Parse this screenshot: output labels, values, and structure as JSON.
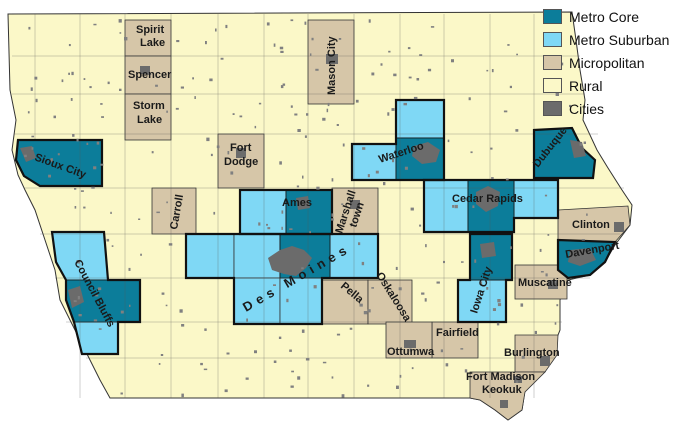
{
  "legend": {
    "items": [
      {
        "label": "Metro Core",
        "color": "#0c7d9a"
      },
      {
        "label": "Metro Suburban",
        "color": "#7fd8f5"
      },
      {
        "label": "Micropolitan",
        "color": "#d6c6a8"
      },
      {
        "label": "Rural",
        "color": "#fbf8c8"
      },
      {
        "label": "Cities",
        "color": "#6b6b6b"
      }
    ]
  },
  "map": {
    "labels": {
      "spirit_lake": [
        "Spirit",
        "Lake"
      ],
      "spencer": "Spencer",
      "storm_lake": [
        "Storm",
        "Lake"
      ],
      "mason_city": "Mason City",
      "sioux_city": "Sioux City",
      "fort_dodge": [
        "Fort",
        "Dodge"
      ],
      "waterloo": "Waterloo",
      "dubuque": "Dubuque",
      "carroll": "Carroll",
      "ames": "Ames",
      "marshalltown": [
        "Marshall",
        "town"
      ],
      "cedar_rapids": "Cedar Rapids",
      "clinton": "Clinton",
      "council_bluffs": "Council Bluffs",
      "des_moines": "Des Moines",
      "davenport": "Davenport",
      "iowa_city": "Iowa City",
      "muscatine": "Muscatine",
      "pella": "Pella",
      "oskaloosa": "Oskaloosa",
      "fairfield": "Fairfield",
      "ottumwa": "Ottumwa",
      "burlington": "Burlington",
      "fort_madison": "Fort Madison",
      "keokuk": "Keokuk"
    }
  }
}
